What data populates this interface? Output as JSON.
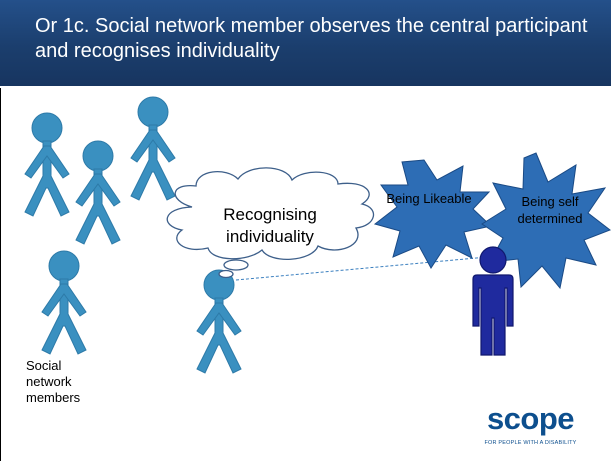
{
  "slide": {
    "title": "Or 1c. Social network member observes the central participant and recognises individuality"
  },
  "diagram": {
    "thought_bubble_text": "Recognising individuality",
    "star_labels": [
      "Being Likeable",
      "Being self determined"
    ],
    "group_label": "Social network members"
  },
  "logo": {
    "wordmark": "scope",
    "tagline": "FOR PEOPLE WITH A DISABILITY"
  },
  "colors": {
    "title_bar": "#1b3e6d",
    "member_figure": "#3a90c0",
    "central_figure": "#1f2a9e",
    "star_fill": "#2d6db5",
    "logo_blue": "#0d4f8e"
  }
}
